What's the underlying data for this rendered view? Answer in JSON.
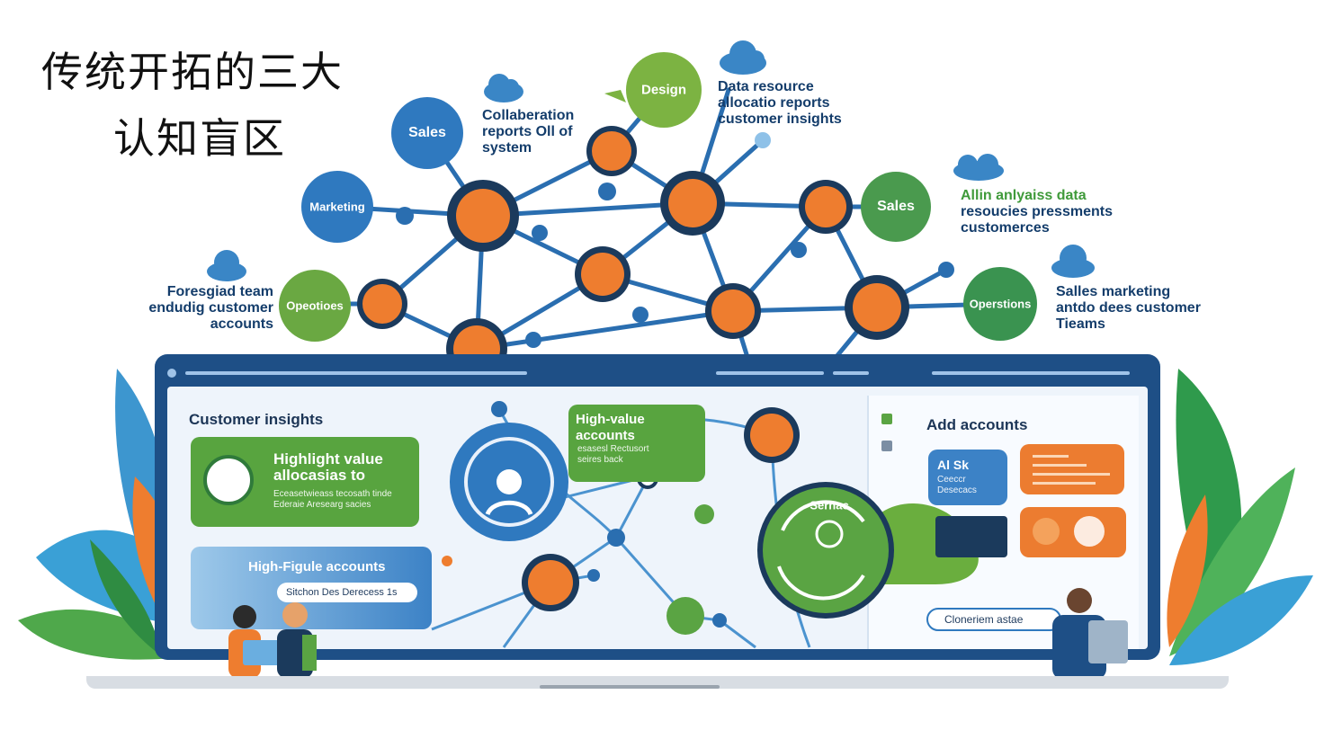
{
  "title": {
    "line1": "传统开拓的三大",
    "line2": "认知盲区"
  },
  "nodes": {
    "sales_top": "Sales",
    "design": "Design",
    "marketing": "Marketing",
    "sales_right": "Sales",
    "operations_left": "Opeotioes",
    "operations_right": "Operstions",
    "sales_screen": "Serhac"
  },
  "labels": {
    "collab": [
      "Collaberation",
      "reports Oll of",
      "system"
    ],
    "data_res": [
      "Data resource",
      "allocatio reports",
      "customer insights"
    ],
    "all_analysis": [
      "Allin anlyaiss data",
      "resoucies pressments",
      "customerces"
    ],
    "foreground": [
      "Foresgiad team",
      "endudig customer",
      "accounts"
    ],
    "sales_mkt": [
      "Salles marketing",
      "antdo dees customer",
      "Tieams"
    ]
  },
  "screen": {
    "section_left": "Customer insights",
    "card1_title": [
      "Highlight value",
      "allocasias to"
    ],
    "card1_sub": [
      "Eceasetwieass tecosath tinde",
      "Ederaie Aresearg sacies"
    ],
    "card2_title": [
      "High-Figule accounts"
    ],
    "card2_sub": "Sitchon Des Derecess 1s",
    "center_card_title": [
      "High-value",
      "accounts"
    ],
    "center_card_sub": [
      "esasesl Rectusort",
      "seires back"
    ],
    "section_right": "Add accounts",
    "sk_card": [
      "Al Sk",
      "Ceeccr",
      "Desecacs"
    ],
    "input_text": "Cloneriem astae"
  },
  "colors": {
    "navy": "#1b3a5c",
    "blue": "#3475b0",
    "green": "#5aa443",
    "orange": "#ee7d2f",
    "line": "#2a6eb0"
  }
}
